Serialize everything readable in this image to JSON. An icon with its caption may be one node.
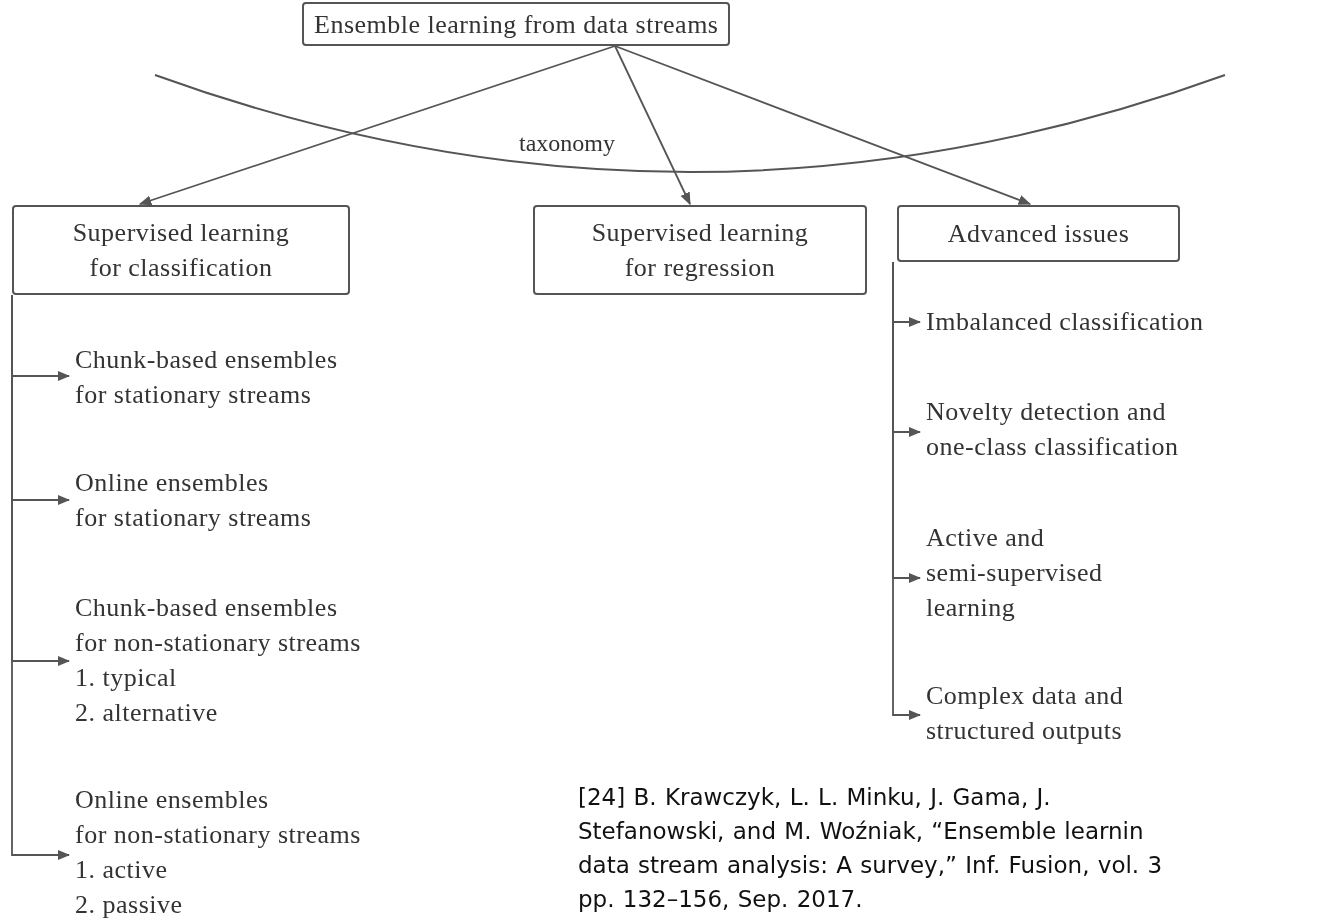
{
  "diagram": {
    "nodes": [
      {
        "text": [
          "Ensemble learning from data streams"
        ]
      },
      {
        "text": [
          "Supervised learning for classification"
        ]
      },
      {
        "text": [
          "Supervised learning for regression"
        ]
      },
      {
        "text": [
          "Advanced issues"
        ]
      },
      {
        "text": [
          "Chunk-based ensembles for stationary streams"
        ]
      },
      {
        "text": [
          "Online ensembles for stationary streams"
        ]
      },
      {
        "text": [
          "Chunk-based ensembles for non-stationary streams",
          "1. typical",
          "2. alternative"
        ]
      },
      {
        "text": [
          "Online ensembles for non-stationary streams",
          "1. active",
          "2. passive"
        ]
      },
      {
        "text": [
          "Imbalanced classification"
        ]
      },
      {
        "text": [
          "Novelty detection and one-class classification"
        ]
      },
      {
        "text": [
          "Active and semi-supervised learning"
        ]
      },
      {
        "text": [
          "Complex data and structured outputs"
        ]
      }
    ],
    "edges": [
      {
        "from": 0,
        "to": 1,
        "arrow": "to"
      },
      {
        "from": 0,
        "to": 2,
        "arrow": "to"
      },
      {
        "from": 0,
        "to": 3,
        "arrow": "to"
      },
      {
        "from": 1,
        "to": 4,
        "arrow": "to"
      },
      {
        "from": 1,
        "to": 5,
        "arrow": "to"
      },
      {
        "from": 1,
        "to": 6,
        "arrow": "to"
      },
      {
        "from": 1,
        "to": 7,
        "arrow": "to"
      },
      {
        "from": 3,
        "to": 8,
        "arrow": "to"
      },
      {
        "from": 3,
        "to": 9,
        "arrow": "to"
      },
      {
        "from": 3,
        "to": 10,
        "arrow": "to"
      },
      {
        "from": 3,
        "to": 11,
        "arrow": "to"
      }
    ],
    "labels": [
      "taxonomy",
      "[24] B. Krawczyk, L. L. Minku, J. Gama, J. Stefanowski, and M. Woźniak, “Ensemble learnin data stream analysis: A survey,” Inf. Fusion, vol. 3 pp. 132–156, Sep. 2017."
    ]
  }
}
